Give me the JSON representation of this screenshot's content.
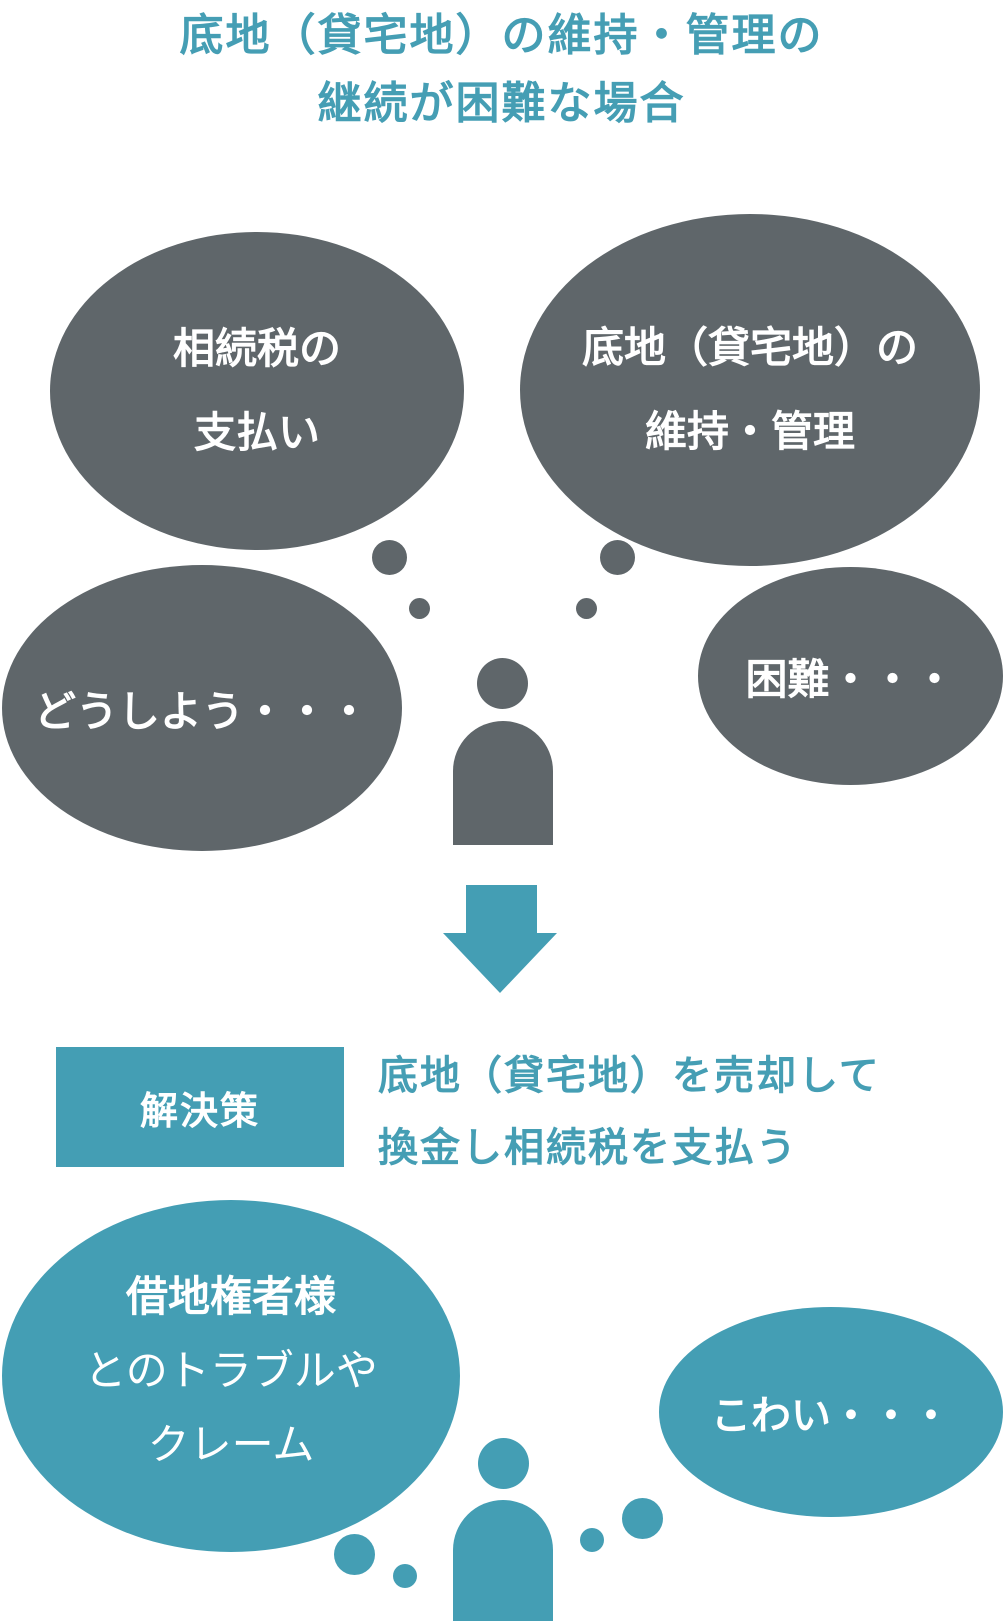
{
  "title": {
    "line1": "底地（貸宅地）の維持・管理の",
    "line2": "継続が困難な場合"
  },
  "problem_bubbles": [
    {
      "line1": "相続税の",
      "line2": "支払い"
    },
    {
      "line1": "底地（貸宅地）の",
      "line2": "維持・管理"
    },
    {
      "line1": "どうしよう・・・"
    },
    {
      "line1": "困難・・・"
    }
  ],
  "arrow": {
    "direction": "down",
    "color": "#449eb4"
  },
  "solution": {
    "label": "解決策",
    "line1": "底地（貸宅地）を売却して",
    "line2": "換金し相続税を支払う"
  },
  "concern_bubbles": [
    {
      "line1": "借地権者様",
      "line2": "とのトラブルや",
      "line3": "クレーム"
    },
    {
      "line1": "こわい・・・"
    }
  ],
  "colors": {
    "accent": "#449eb4",
    "gray": "#5f666a",
    "background": "#ffffff"
  }
}
